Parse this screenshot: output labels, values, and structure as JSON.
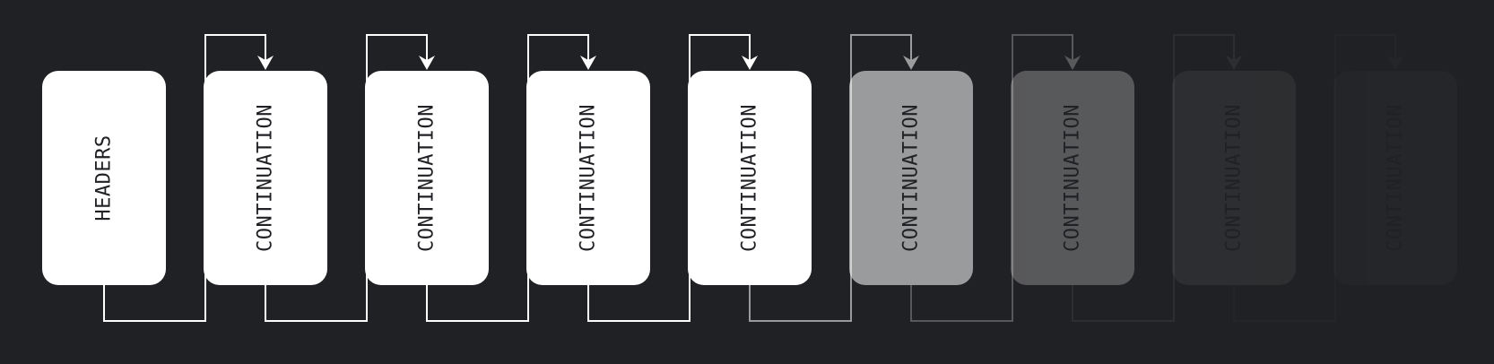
{
  "colors": {
    "background": "#202124",
    "frame_fill": "#ffffff",
    "frame_text": "#202124",
    "connector": "#ffffff"
  },
  "frames": [
    {
      "label": "HEADERS",
      "opacity": 1.0
    },
    {
      "label": "CONTINUATION",
      "opacity": 1.0
    },
    {
      "label": "CONTINUATION",
      "opacity": 1.0
    },
    {
      "label": "CONTINUATION",
      "opacity": 1.0
    },
    {
      "label": "CONTINUATION",
      "opacity": 1.0
    },
    {
      "label": "CONTINUATION",
      "opacity": 0.55
    },
    {
      "label": "CONTINUATION",
      "opacity": 0.25
    },
    {
      "label": "CONTINUATION",
      "opacity": 0.06
    },
    {
      "label": "CONTINUATION",
      "opacity": 0.02
    }
  ]
}
